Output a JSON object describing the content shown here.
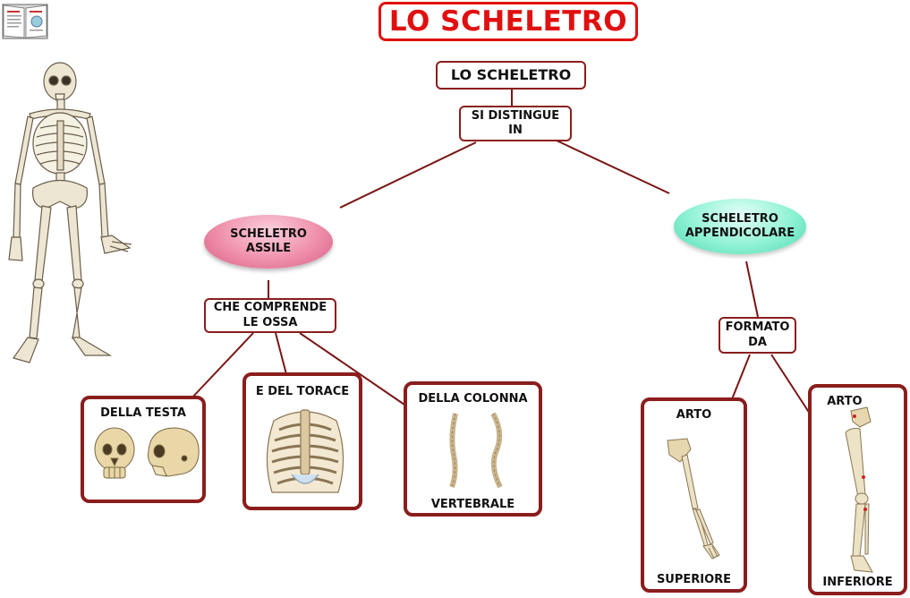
{
  "title": "LO SCHELETRO",
  "root": "LO SCHELETRO",
  "distinguishes": "SI DISTINGUE IN",
  "axial": "SCHELETRO ASSILE",
  "appendicular": "SCHELETRO APPENDICOLARE",
  "includes": "CHE COMPRENDE LE OSSA",
  "formed": "FORMATO DA",
  "head": "DELLA TESTA",
  "thorax": "E DEL TORACE",
  "spine_top": "DELLA COLONNA",
  "spine_bottom": "VERTEBRALE",
  "upper_top": "ARTO",
  "upper_bottom": "SUPERIORE",
  "lower_top": "ARTO",
  "lower_bottom": "INFERIORE",
  "colors": {
    "title_red": "#e01010",
    "box_border": "#8b1d1d",
    "pink_node": "#ef8fab",
    "mint_node": "#8ff2d4"
  }
}
